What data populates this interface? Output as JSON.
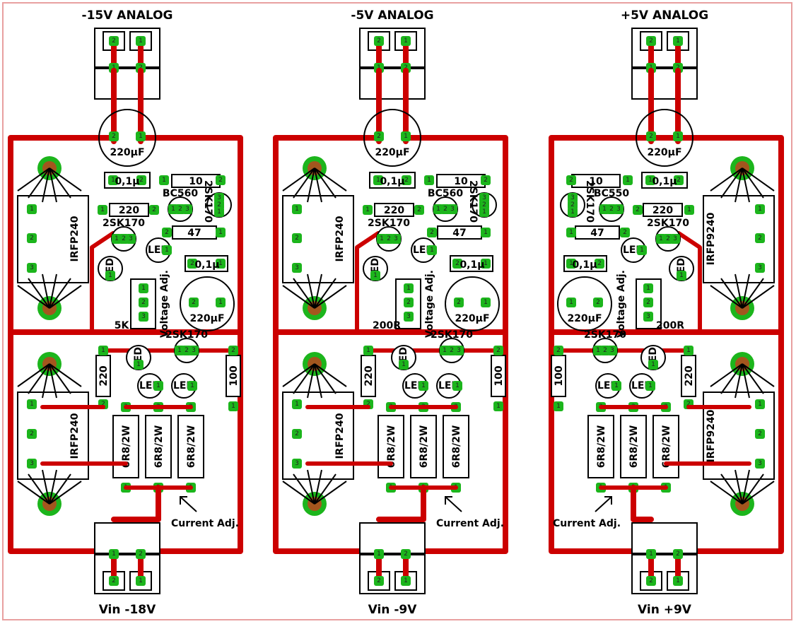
{
  "modules": [
    {
      "id": "m15",
      "title": "-15V ANALOG",
      "input_label": "Vin -18V",
      "regulator_label": "IRFP240",
      "output_fet_label": "IRFP240",
      "cap_out": "220µF",
      "cap_mid": "220µF",
      "cap_small_1": "0,1µ",
      "cap_small_2": "0,1µ",
      "res_10": "10",
      "res_220a": "220",
      "res_47": "47",
      "res_220b": "220",
      "res_100": "100",
      "pot_value": "5K",
      "pot_label": "Voltage Adj.",
      "bc": "BC560",
      "jfet_a": "2SK170",
      "jfet_b": "2SK170",
      "jfet_c": "2SK170",
      "led": "LED",
      "power_res": "6R8/2W",
      "current_adj": "Current Adj."
    },
    {
      "id": "m5n",
      "title": "-5V ANALOG",
      "input_label": "Vin -9V",
      "regulator_label": "IRFP240",
      "output_fet_label": "IRFP240",
      "cap_out": "220µF",
      "cap_mid": "220µF",
      "cap_small_1": "0,1µ",
      "cap_small_2": "0,1µ",
      "res_10": "10",
      "res_220a": "220",
      "res_47": "47",
      "res_220b": "220",
      "res_100": "100",
      "pot_value": "200R",
      "pot_label": "Voltage Adj.",
      "bc": "BC560",
      "jfet_a": "2SK170",
      "jfet_b": "2SK170",
      "jfet_c": "2SK170",
      "led": "LED",
      "power_res": "6R8/2W",
      "current_adj": "Current Adj."
    },
    {
      "id": "m5p",
      "title": "+5V ANALOG",
      "input_label": "Vin +9V",
      "regulator_label": "IRFP9240",
      "output_fet_label": "IRFP9240",
      "cap_out": "220µF",
      "cap_mid": "220µF",
      "cap_small_1": "0,1µ",
      "cap_small_2": "0,1µ",
      "res_10": "10",
      "res_220a": "220",
      "res_47": "47",
      "res_220b": "220",
      "res_100": "100",
      "pot_value": "200R",
      "pot_label": "Voltage Adj.",
      "bc": "BC550",
      "jfet_a": "2SK170",
      "jfet_b": "2SK170",
      "jfet_c": "2SK170",
      "led": "LED",
      "power_res": "6R8/2W",
      "current_adj": "Current Adj."
    }
  ],
  "colors": {
    "trace": "#cc0000",
    "pad": "#1cb51c",
    "hole": "#a3561e",
    "border": "#e8a0a0",
    "silkscreen": "#000000"
  },
  "pad_numbers": [
    "1",
    "2",
    "3"
  ]
}
